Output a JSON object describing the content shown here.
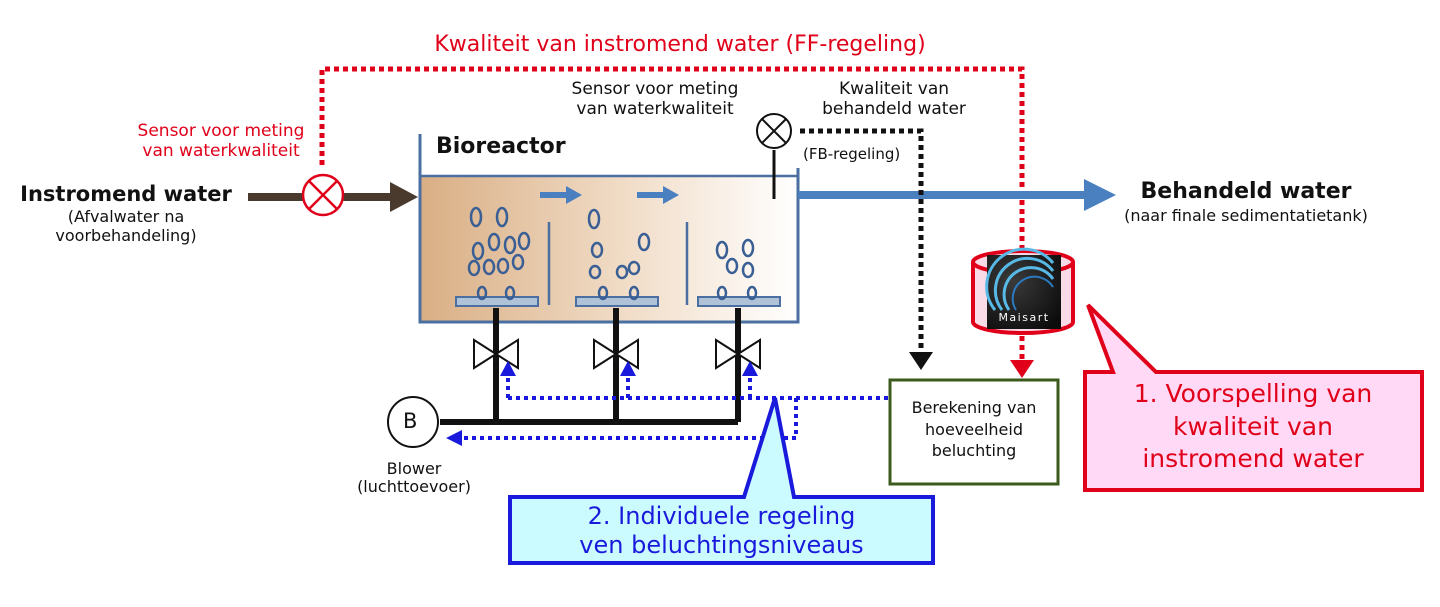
{
  "ff_title": "Kwaliteit van instromend water (FF-regeling)",
  "sensor_in": {
    "line1": "Sensor voor meting",
    "line2": "van waterkwaliteit"
  },
  "sensor_top": {
    "line1": "Sensor voor meting",
    "line2": "van waterkwaliteit"
  },
  "treated_quality": {
    "line1": "Kwaliteit van",
    "line2": "behandeld water"
  },
  "fb_label": "(FB-regeling)",
  "bioreactor_label": "Bioreactor",
  "inflow": {
    "title": "Instromend water",
    "line1": "(Afvalwater na",
    "line2": "voorbehandeling)"
  },
  "outflow": {
    "title": "Behandeld water",
    "sub": "(naar finale sedimentatietank)"
  },
  "blower": {
    "symbol": "B",
    "line1": "Blower",
    "line2": "(luchttoevoer)"
  },
  "calc_box": {
    "line1": "Berekening van",
    "line2": "hoeveelheid",
    "line3": "beluchting"
  },
  "callout1": {
    "line1": "1. Voorspelling van",
    "line2": "kwaliteit van",
    "line3": "instromend water"
  },
  "callout2": {
    "line1": "2. Individuele regeling",
    "line2": "ven beluchtingsniveaus"
  },
  "maisart_logo_text": "Maisart",
  "colors": {
    "red": "#e0001a",
    "blue": "#1a1adc",
    "flow_blue": "#4a7fc0",
    "tank_edge": "#4a6fa0",
    "callout2_fill": "#ccfbff",
    "callout1_fill": "#ffd9f5",
    "calc_border": "#3d5a1e",
    "inflow_arrow": "#4a3a2e"
  }
}
